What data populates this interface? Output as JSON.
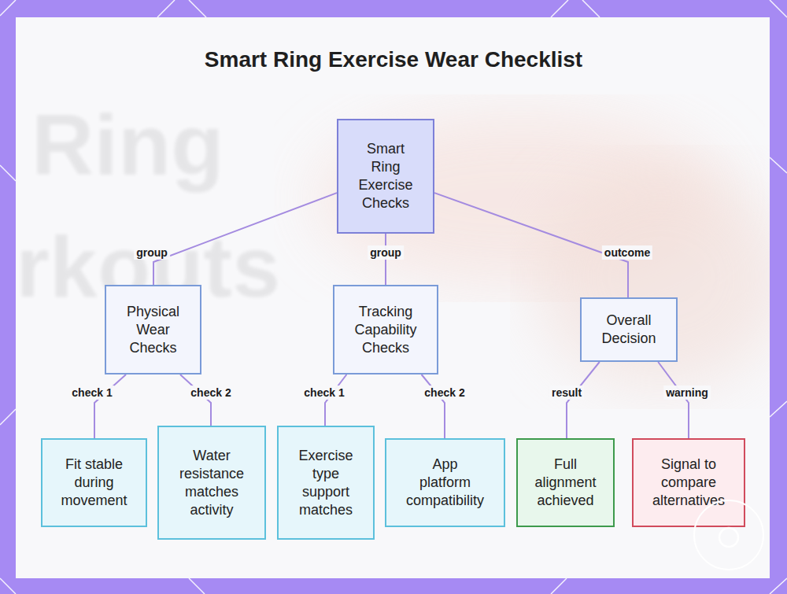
{
  "diagram": {
    "title": "Smart Ring Exercise Wear Checklist",
    "nodes": [
      {
        "text": [
          "Smart Ring Exercise Checks"
        ]
      },
      {
        "text": [
          "Physical Wear Checks"
        ]
      },
      {
        "text": [
          "Tracking Capability Checks"
        ]
      },
      {
        "text": [
          "Overall Decision"
        ]
      },
      {
        "text": [
          "Fit stable during movement"
        ]
      },
      {
        "text": [
          "Water resistance matches activity"
        ]
      },
      {
        "text": [
          "Exercise type support matches"
        ]
      },
      {
        "text": [
          "App platform compatibility"
        ]
      },
      {
        "text": [
          "Full alignment achieved"
        ]
      },
      {
        "text": [
          "Signal to compare alternatives"
        ]
      }
    ],
    "edges": [
      {
        "from": 0,
        "to": 1,
        "arrow": "none",
        "label": "group"
      },
      {
        "from": 0,
        "to": 2,
        "arrow": "none",
        "label": "group"
      },
      {
        "from": 0,
        "to": 3,
        "arrow": "none",
        "label": "outcome"
      },
      {
        "from": 1,
        "to": 4,
        "arrow": "none",
        "label": "check 1"
      },
      {
        "from": 1,
        "to": 5,
        "arrow": "none",
        "label": "check 2"
      },
      {
        "from": 2,
        "to": 6,
        "arrow": "none",
        "label": "check 1"
      },
      {
        "from": 2,
        "to": 7,
        "arrow": "none",
        "label": "check 2"
      },
      {
        "from": 3,
        "to": 8,
        "arrow": "none",
        "label": "result"
      },
      {
        "from": 3,
        "to": 9,
        "arrow": "none",
        "label": "warning"
      }
    ],
    "labels": [
      "Ring",
      "rkouts"
    ]
  }
}
